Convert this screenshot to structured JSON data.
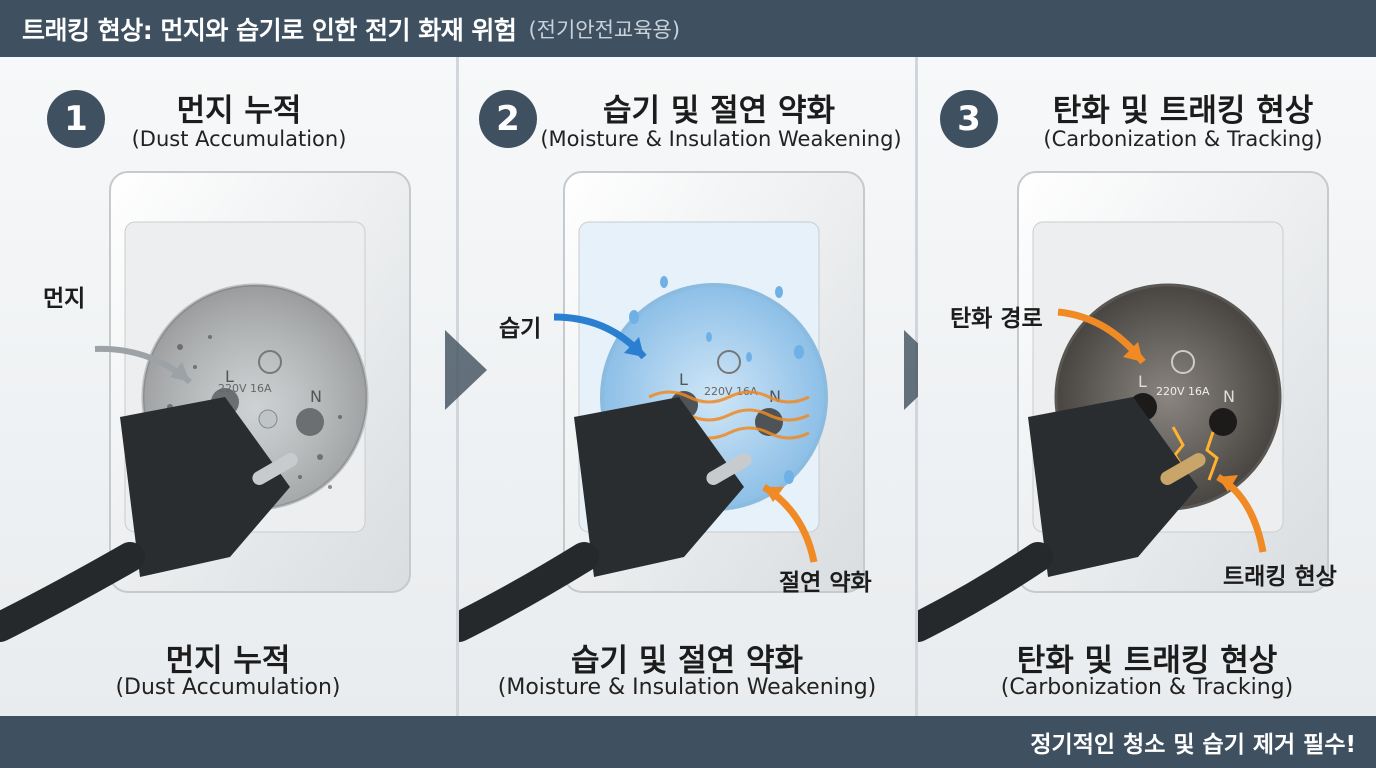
{
  "header": {
    "title": "트래킹 현상: 먼지와 습기로 인한 전기 화재 위험",
    "subtitle": "(전기안전교육용)"
  },
  "footer": {
    "text": "정기적인 청소 및 습기 제거 필수!"
  },
  "panels": [
    {
      "number": "1",
      "title_ko": "먼지 누적",
      "title_en": "(Dust Accumulation)",
      "callouts": [
        "먼지"
      ],
      "socket_label": "220V 16A",
      "caption_ko": "먼지 누적",
      "caption_en": "(Dust Accumulation)"
    },
    {
      "number": "2",
      "title_ko": "습기 및 절연 약화",
      "title_en": "(Moisture & Insulation Weakening)",
      "callouts": [
        "습기",
        "절연 약화"
      ],
      "socket_label": "220V 16A",
      "caption_ko": "습기 및 절연 약화",
      "caption_en": "(Moisture & Insulation Weakening)"
    },
    {
      "number": "3",
      "title_ko": "탄화 및 트래킹 현상",
      "title_en": "(Carbonization & Tracking)",
      "callouts": [
        "탄화 경로",
        "트래킹 현상"
      ],
      "socket_label": "220V 16A",
      "caption_ko": "탄화 및 트래킹 현상",
      "caption_en": "(Carbonization & Tracking)"
    }
  ],
  "socket_marks": {
    "live": "L",
    "neutral": "N"
  },
  "colors": {
    "bar": "#3f5060",
    "arrow_orange": "#f08a24",
    "arrow_blue": "#2b7fd1",
    "plug": "#2a2d30"
  }
}
